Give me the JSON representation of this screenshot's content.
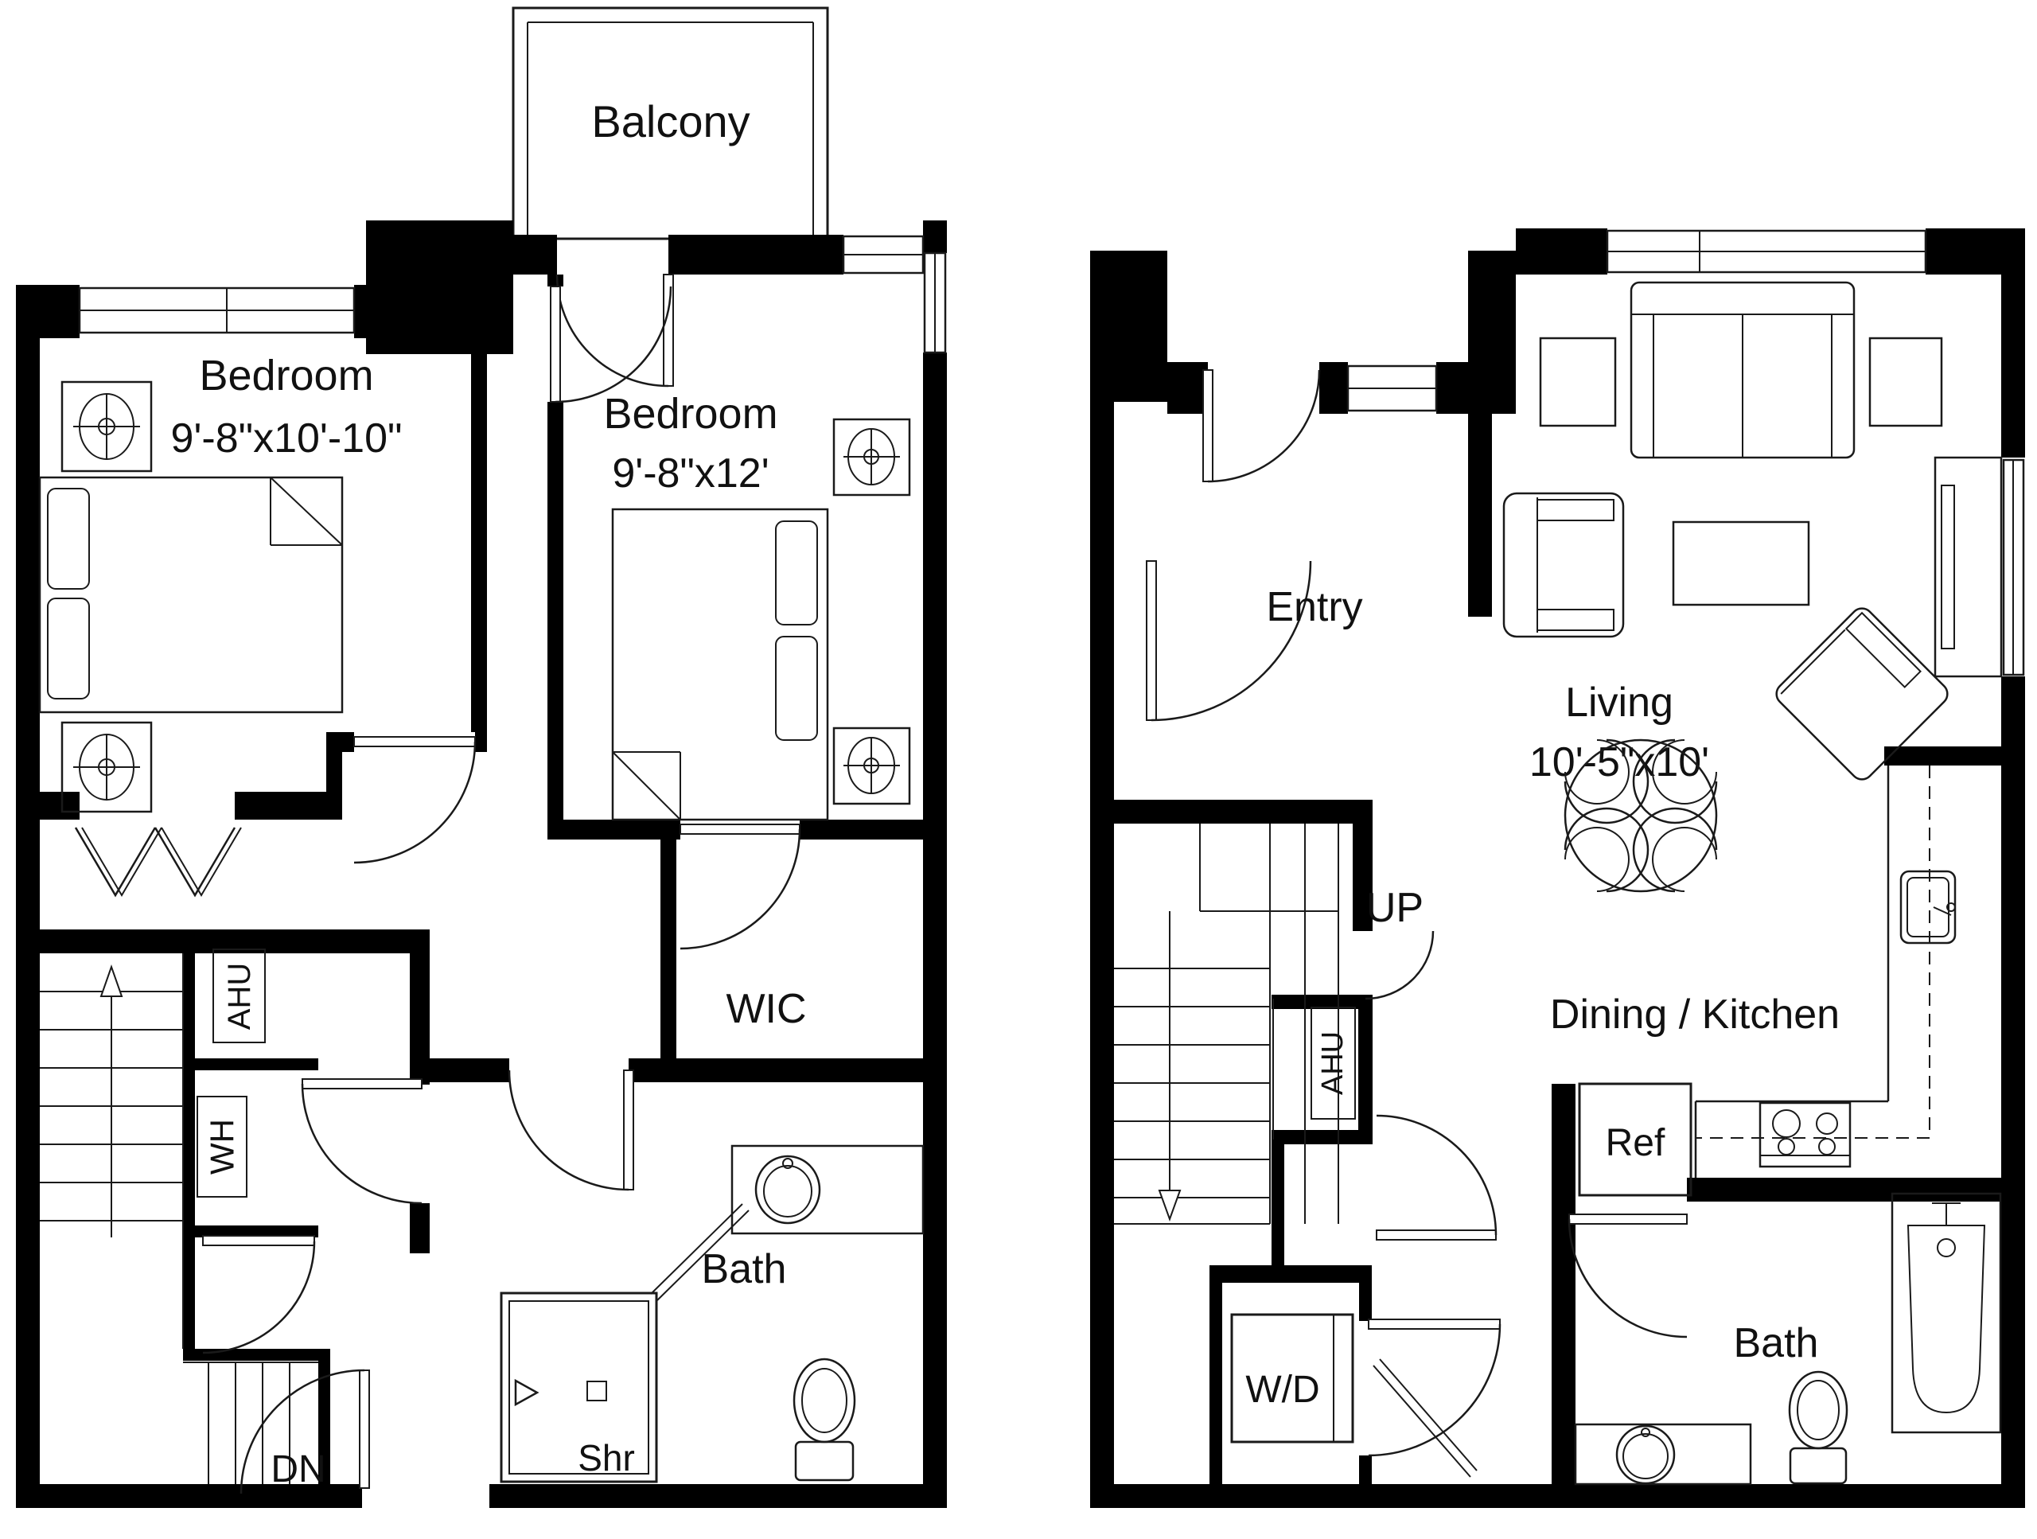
{
  "plans": {
    "upper": {
      "balcony": "Balcony",
      "bedroom1": {
        "name": "Bedroom",
        "dims": "9'-8\"x10'-10\""
      },
      "bedroom2": {
        "name": "Bedroom",
        "dims": "9'-8\"x12'"
      },
      "wic": "WIC",
      "bath": "Bath",
      "shower": "Shr",
      "stairs": "DN",
      "ahu": "AHU",
      "water_heater": "WH"
    },
    "lower": {
      "entry": "Entry",
      "living": {
        "name": "Living",
        "dims": "10'-5\"x10'"
      },
      "stairs": "UP",
      "dining_kitchen": "Dining / Kitchen",
      "ahu": "AHU",
      "washer_dryer": "W/D",
      "refrigerator": "Ref",
      "bath": "Bath"
    }
  },
  "colors": {
    "wall": "#000000",
    "line": "#1a1a1a",
    "background": "#ffffff"
  }
}
